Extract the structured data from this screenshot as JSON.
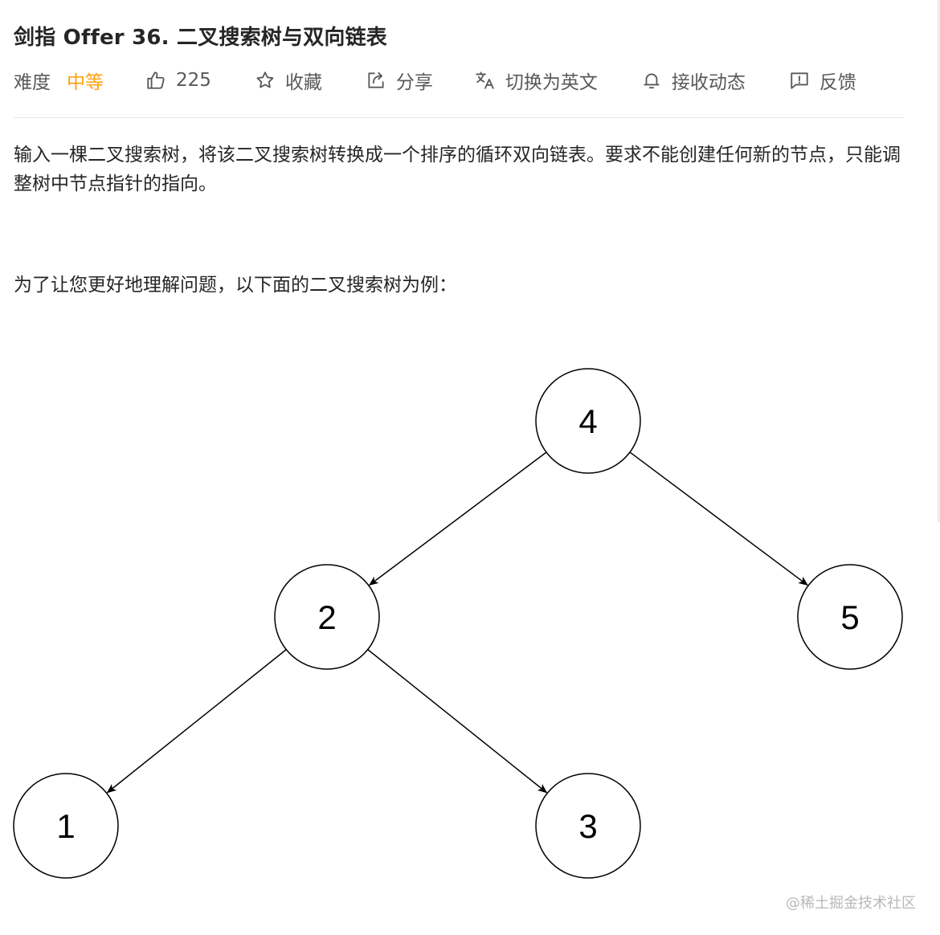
{
  "problem": {
    "title": "剑指 Offer 36. 二叉搜索树与双向链表",
    "difficulty_label": "难度",
    "difficulty_value": "中等",
    "likes": "225",
    "favorite_label": "收藏",
    "share_label": "分享",
    "translate_label": "切换为英文",
    "subscribe_label": "接收动态",
    "feedback_label": "反馈"
  },
  "description": {
    "paragraph1": "输入一棵二叉搜索树，将该二叉搜索树转换成一个排序的循环双向链表。要求不能创建任何新的节点，只能调整树中节点指针的指向。",
    "paragraph2": "为了让您更好地理解问题，以下面的二叉搜索树为例："
  },
  "tree": {
    "nodes": [
      {
        "id": "n4",
        "label": "4"
      },
      {
        "id": "n2",
        "label": "2"
      },
      {
        "id": "n5",
        "label": "5"
      },
      {
        "id": "n1",
        "label": "1"
      },
      {
        "id": "n3",
        "label": "3"
      }
    ],
    "edges": [
      {
        "from": "4",
        "to": "2"
      },
      {
        "from": "4",
        "to": "5"
      },
      {
        "from": "2",
        "to": "1"
      },
      {
        "from": "2",
        "to": "3"
      }
    ]
  },
  "watermark": "@稀土掘金技术社区",
  "colors": {
    "accent": "#ffa116",
    "text": "#262626",
    "secondary": "#595959"
  },
  "icons": [
    "thumbs-up-icon",
    "star-icon",
    "share-icon",
    "translate-icon",
    "bell-icon",
    "feedback-icon"
  ]
}
